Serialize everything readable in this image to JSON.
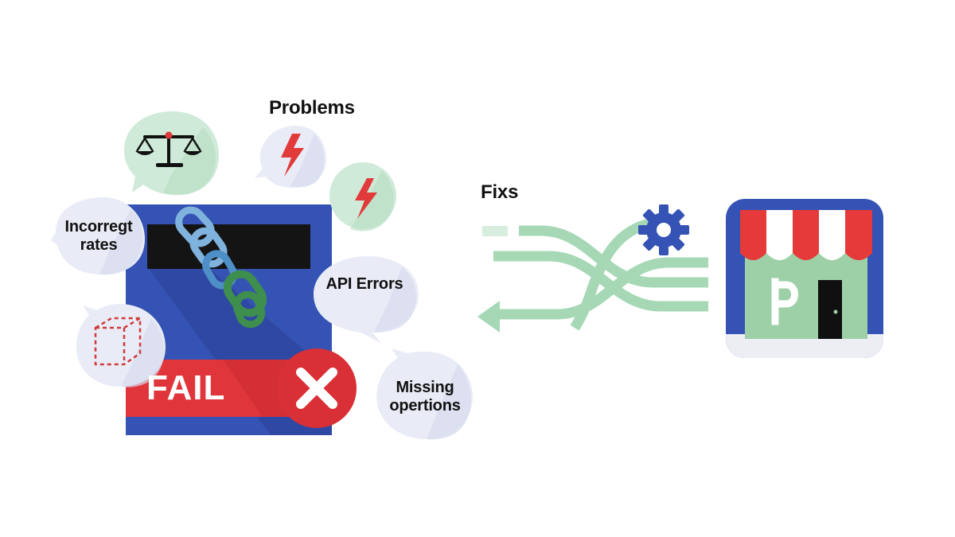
{
  "labels": {
    "problems": "Problems",
    "fixs": "Fixs",
    "incorrect_rates": "Incorregt rates",
    "api_errors": "API Errors",
    "missing_options": "Missing opertions",
    "fail": "FAIL"
  },
  "icons": {
    "scale": "scale-icon",
    "lightning_small": "lightning-icon",
    "lightning_bubble": "lightning-icon",
    "box": "box-icon",
    "chain": "broken-chain-icon",
    "fail_x": "close-icon",
    "gear": "gear-icon",
    "storefront": "storefront-icon",
    "arrow": "left-arrow-icon"
  },
  "colors": {
    "panel_blue": "#3553b4",
    "fail_red": "#e0353a",
    "bubble_grey": "#e9ecf6",
    "bubble_green": "#cfead8",
    "lightning_red": "#e13a3a",
    "flow_green": "#a6d8b6",
    "gear_blue": "#3552b5",
    "store_green": "#9dd0a7"
  }
}
